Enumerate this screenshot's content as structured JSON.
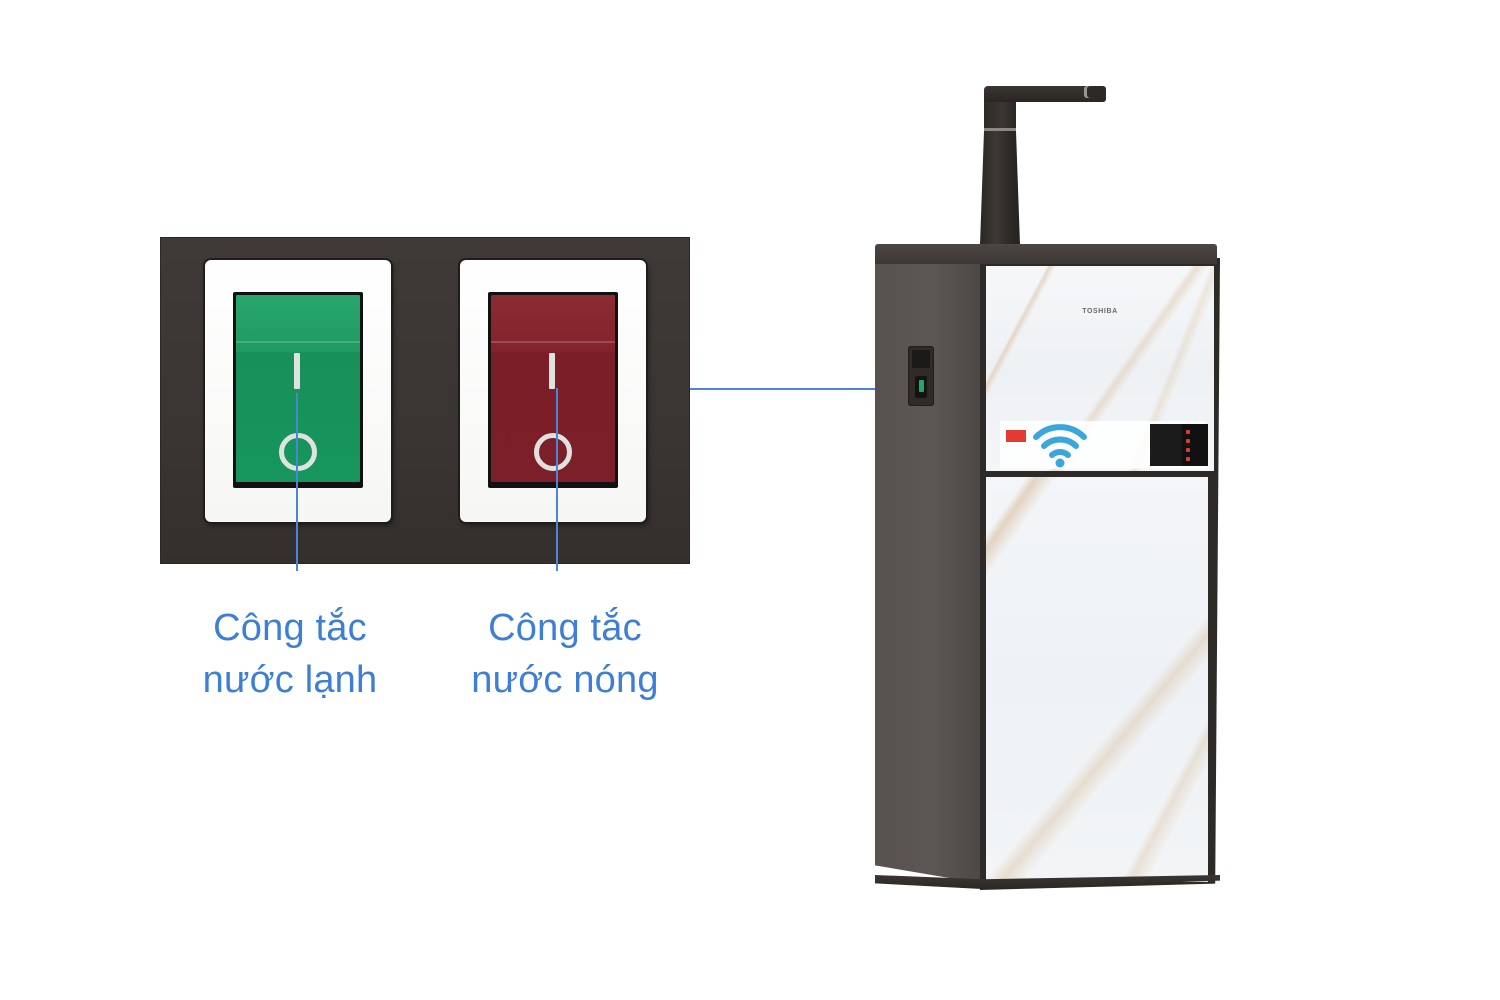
{
  "image": {
    "type": "product-feature-callout",
    "background_color": "#ffffff"
  },
  "switch_panel": {
    "panel_color": "#3a3532",
    "switches": [
      {
        "id": "cold",
        "color_name": "green",
        "color": "#1f9b61",
        "marks": [
          "I",
          "O"
        ]
      },
      {
        "id": "hot",
        "color_name": "red",
        "color": "#7d1f29",
        "marks": [
          "I",
          "O"
        ]
      }
    ]
  },
  "callouts": {
    "line_color": "#4a86d6",
    "text_color": "#3d7fd6",
    "cold": {
      "line1": "Công tắc",
      "line2": "nước lạnh"
    },
    "hot": {
      "line1": "Công tắc",
      "line2": "nước nóng"
    }
  },
  "product": {
    "brand": "TOSHIBA",
    "body_color": "#4c4745",
    "front_finish": "marble",
    "sticker": {
      "icon": "wifi-icon",
      "icon_color": "#3aa6dc",
      "accent_color": "#e53a31"
    }
  }
}
